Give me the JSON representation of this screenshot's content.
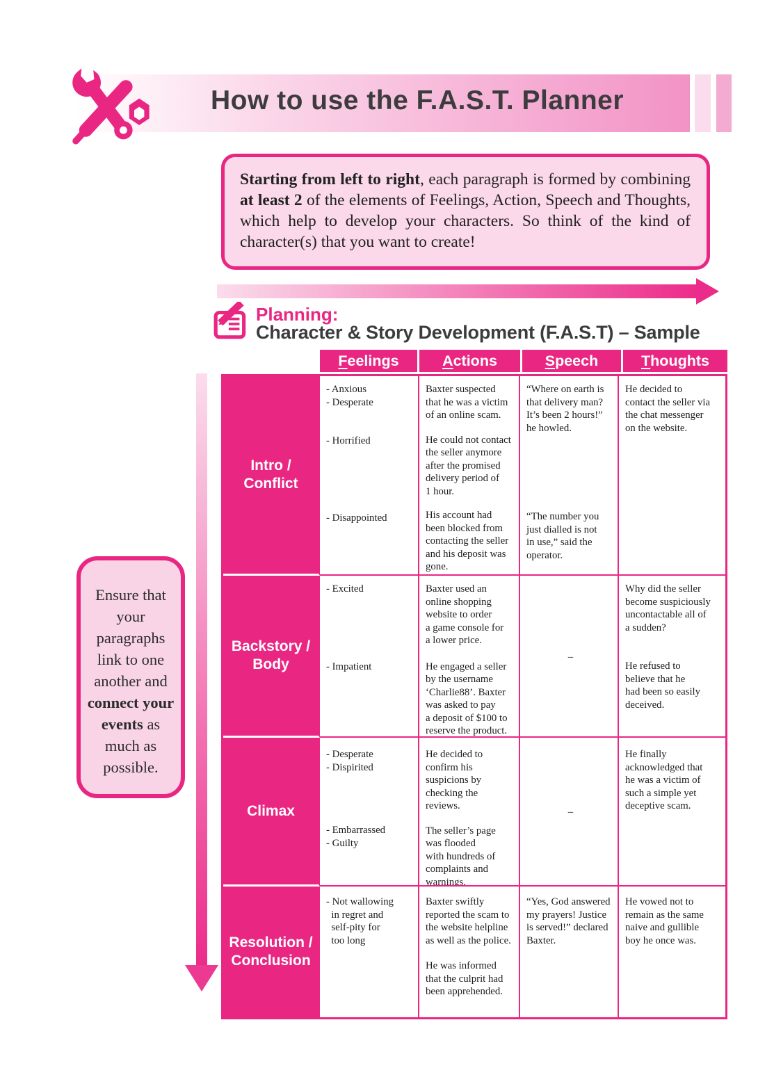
{
  "colors": {
    "accent": "#e92783",
    "light_pink": "#fbd9ea",
    "band_end": "#f293c6",
    "stripe_light": "#fbdcec",
    "stripe_mid": "#f3abd2",
    "heading_gray": "#3c3c3e"
  },
  "header": {
    "title": "How to use the F.A.S.T. Planner",
    "icon": "tools-icon"
  },
  "intro_box": {
    "segments": [
      {
        "text": "Starting from left to right",
        "bold": true
      },
      {
        "text": ", each paragraph is formed by combining ",
        "bold": false
      },
      {
        "text": "at least 2",
        "bold": true
      },
      {
        "text": " of the elements of Feelings, Action, Speech and Thoughts, which help to develop your characters. So think of the kind of character(s) that you want to create!",
        "bold": false
      }
    ]
  },
  "planning": {
    "label": "Planning:",
    "subtitle": "Character & Story Development (F.A.S.T) – Sample"
  },
  "side_note": {
    "segments": [
      {
        "text": "Ensure that your paragraphs link to one another and ",
        "bold": false
      },
      {
        "text": "connect your events",
        "bold": true
      },
      {
        "text": " as much as possible.",
        "bold": false
      }
    ]
  },
  "table": {
    "columns": [
      "Feelings",
      "Actions",
      "Speech",
      "Thoughts"
    ],
    "rows": [
      {
        "label": "Intro / Conflict",
        "feelings": [
          {
            "t": "- Anxious\n- Desperate",
            "mt": 0
          },
          {
            "t": "- Horrified",
            "mt": 37
          },
          {
            "t": "- Disappointed",
            "mt": 92
          }
        ],
        "actions": [
          {
            "t": "Baxter suspected\nthat he was a victim\nof an online scam.",
            "mt": 0
          },
          {
            "t": "He could not contact\nthe seller anymore\nafter the promised\ndelivery period of\n1 hour.",
            "mt": 17
          },
          {
            "t": "His account had\nbeen blocked from\ncontacting the seller\nand his deposit was\ngone.",
            "mt": 16
          }
        ],
        "speech": [
          {
            "t": "“Where on earth is\nthat delivery man?\nIt’s been 2 hours!”\nhe howled.",
            "mt": 0
          },
          {
            "t": "“The number you\njust dialled is not\nin use,” said the\noperator.",
            "mt": 109
          }
        ],
        "thoughts": [
          {
            "t": "He decided to\ncontact the seller via\nthe chat messenger\non the website.",
            "mt": 0
          }
        ]
      },
      {
        "label": "Backstory / Body",
        "feelings": [
          {
            "t": "- Excited",
            "mt": 0
          },
          {
            "t": "- Impatient",
            "mt": 93
          }
        ],
        "actions": [
          {
            "t": "Baxter used an\nonline shopping\nwebsite to order\na game console for\na lower price.",
            "mt": 0
          },
          {
            "t": "He engaged a seller\nby the username\n‘Charlie88’. Baxter\nwas asked to pay\na deposit of $100 to\nreserve the product.",
            "mt": 19
          }
        ],
        "speech": [
          {
            "t": "–",
            "mt": 98,
            "center": true
          }
        ],
        "thoughts": [
          {
            "t": "Why did the seller\nbecome suspiciously\nuncontactable all of\na sudden?",
            "mt": 0
          },
          {
            "t": "He refused to\nbelieve that he\nhad been so easily\ndeceived.",
            "mt": 37
          }
        ]
      },
      {
        "label": "Climax",
        "feelings": [
          {
            "t": "- Desperate\n- Dispirited",
            "mt": 5
          },
          {
            "t": "- Embarrassed\n- Guilty",
            "mt": 72
          }
        ],
        "actions": [
          {
            "t": "He decided to\nconfirm his\nsuspicions by\nchecking the\nreviews.",
            "mt": 5
          },
          {
            "t": "The seller’s page\nwas flooded\nwith hundreds of\ncomplaints and\nwarnings.",
            "mt": 17
          }
        ],
        "speech": [
          {
            "t": "–",
            "mt": 88,
            "center": true
          }
        ],
        "thoughts": [
          {
            "t": "He finally\nacknowledged that\nhe was a victim of\nsuch a simple yet\ndeceptive scam.",
            "mt": 5
          }
        ]
      },
      {
        "label": "Resolution / Conclusion",
        "feelings": [
          {
            "t": "- Not wallowing\n  in regret and\n  self-pity for\n  too long",
            "mt": 3
          }
        ],
        "actions": [
          {
            "t": "Baxter swiftly\nreported the scam to\nthe website helpline\nas well as the police.",
            "mt": 3
          },
          {
            "t": "He was informed\nthat the culprit had\nbeen apprehended.",
            "mt": 18
          }
        ],
        "speech": [
          {
            "t": "“Yes, God answered\nmy prayers! Justice\nis served!” declared\nBaxter.",
            "mt": 3
          }
        ],
        "thoughts": [
          {
            "t": "He vowed not to\nremain as the same\nnaive and gullible\nboy he once was.",
            "mt": 3
          }
        ]
      }
    ]
  }
}
